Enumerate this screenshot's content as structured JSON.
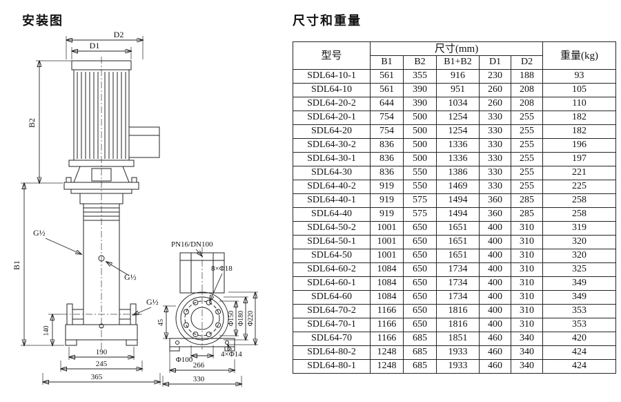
{
  "page": {
    "diagram_title": "安装图",
    "table_title": "尺寸和重量"
  },
  "diagram": {
    "labels": {
      "d1": "D1",
      "d2": "D2",
      "b1": "B1",
      "b2": "B2",
      "g_half": "G½",
      "pn": "PN16/DN100",
      "bolt8": "8×Φ18",
      "bolt4": "4×Φ14",
      "dim140": "140",
      "dim190": "190",
      "dim245": "245",
      "dim365": "365",
      "dim45": "45",
      "dim266": "266",
      "dim330": "330",
      "phi100": "Φ100",
      "phi150": "Φ150",
      "phi180": "Φ180",
      "phi220": "Φ220"
    }
  },
  "table": {
    "header": {
      "model": "型号",
      "size_group": "尺寸(mm)",
      "weight": "重量(kg)",
      "size_cols": [
        "B1",
        "B2",
        "B1+B2",
        "D1",
        "D2"
      ]
    },
    "rows": [
      [
        "SDL64-10-1",
        "561",
        "355",
        "916",
        "230",
        "188",
        "93"
      ],
      [
        "SDL64-10",
        "561",
        "390",
        "951",
        "260",
        "208",
        "105"
      ],
      [
        "SDL64-20-2",
        "644",
        "390",
        "1034",
        "260",
        "208",
        "110"
      ],
      [
        "SDL64-20-1",
        "754",
        "500",
        "1254",
        "330",
        "255",
        "182"
      ],
      [
        "SDL64-20",
        "754",
        "500",
        "1254",
        "330",
        "255",
        "182"
      ],
      [
        "SDL64-30-2",
        "836",
        "500",
        "1336",
        "330",
        "255",
        "196"
      ],
      [
        "SDL64-30-1",
        "836",
        "500",
        "1336",
        "330",
        "255",
        "197"
      ],
      [
        "SDL64-30",
        "836",
        "550",
        "1386",
        "330",
        "255",
        "221"
      ],
      [
        "SDL64-40-2",
        "919",
        "550",
        "1469",
        "330",
        "255",
        "225"
      ],
      [
        "SDL64-40-1",
        "919",
        "575",
        "1494",
        "360",
        "285",
        "258"
      ],
      [
        "SDL64-40",
        "919",
        "575",
        "1494",
        "360",
        "285",
        "258"
      ],
      [
        "SDL64-50-2",
        "1001",
        "650",
        "1651",
        "400",
        "310",
        "319"
      ],
      [
        "SDL64-50-1",
        "1001",
        "650",
        "1651",
        "400",
        "310",
        "320"
      ],
      [
        "SDL64-50",
        "1001",
        "650",
        "1651",
        "400",
        "310",
        "320"
      ],
      [
        "SDL64-60-2",
        "1084",
        "650",
        "1734",
        "400",
        "310",
        "325"
      ],
      [
        "SDL64-60-1",
        "1084",
        "650",
        "1734",
        "400",
        "310",
        "349"
      ],
      [
        "SDL64-60",
        "1084",
        "650",
        "1734",
        "400",
        "310",
        "349"
      ],
      [
        "SDL64-70-2",
        "1166",
        "650",
        "1816",
        "400",
        "310",
        "353"
      ],
      [
        "SDL64-70-1",
        "1166",
        "650",
        "1816",
        "400",
        "310",
        "353"
      ],
      [
        "SDL64-70",
        "1166",
        "685",
        "1851",
        "460",
        "340",
        "420"
      ],
      [
        "SDL64-80-2",
        "1248",
        "685",
        "1933",
        "460",
        "340",
        "424"
      ],
      [
        "SDL64-80-1",
        "1248",
        "685",
        "1933",
        "460",
        "340",
        "424"
      ]
    ]
  }
}
